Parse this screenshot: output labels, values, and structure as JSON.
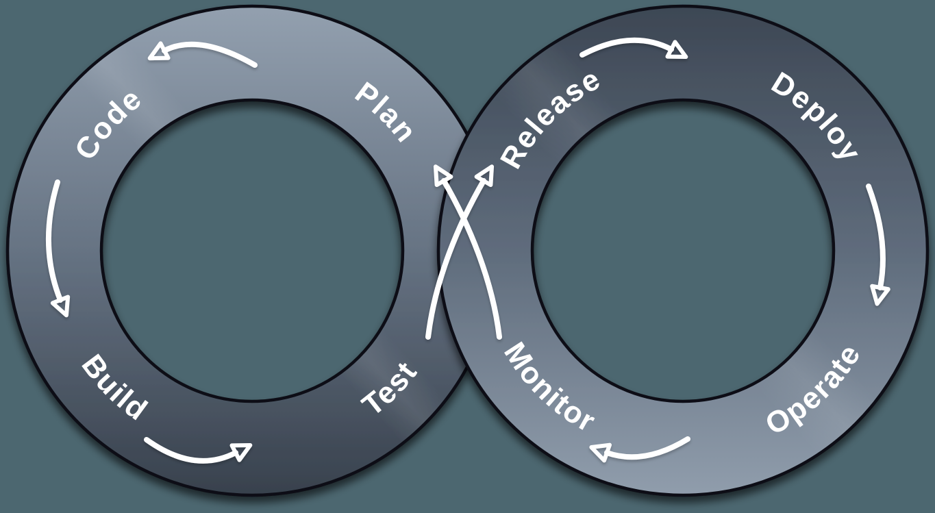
{
  "diagram": {
    "type": "devops-infinity-loop",
    "loops": {
      "development": {
        "stages": {
          "plan": "Plan",
          "code": "Code",
          "build": "Build",
          "test": "Test"
        }
      },
      "operations": {
        "stages": {
          "release": "Release",
          "deploy": "Deploy",
          "operate": "Operate",
          "monitor": "Monitor"
        }
      }
    },
    "arrows": [
      "plan-to-code",
      "code-to-build",
      "build-to-test",
      "test-to-release",
      "release-to-deploy",
      "deploy-to-operate",
      "operate-to-monitor",
      "monitor-to-plan"
    ]
  },
  "colors": {
    "background": "#4c6770",
    "label": "#ffffff",
    "arrow": "#ffffff",
    "outline": "#0b0e13",
    "left_ring_top": "#93a0af",
    "left_ring_mid": "#667383",
    "left_ring_bottom": "#38414d",
    "right_ring_top": "#3d4754",
    "right_ring_mid": "#5f6c7c",
    "right_ring_bottom": "#909dac"
  }
}
